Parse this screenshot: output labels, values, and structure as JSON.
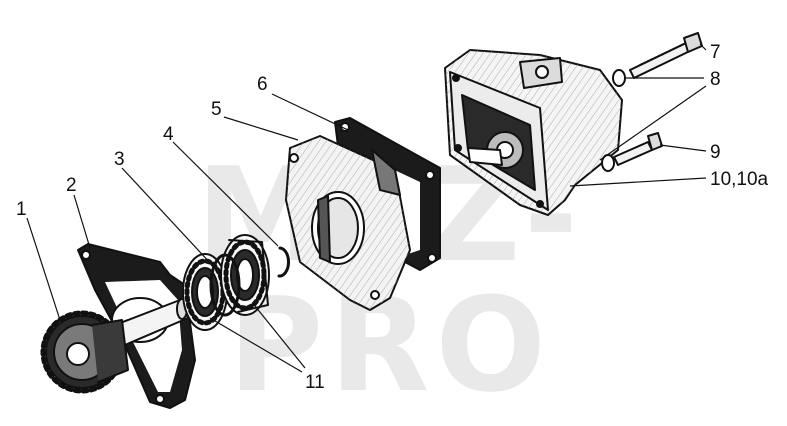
{
  "watermark": "MTZ-PRO",
  "callouts": {
    "c1": "1",
    "c2": "2",
    "c3": "3",
    "c4": "4",
    "c5": "5",
    "c6": "6",
    "c7": "7",
    "c8": "8",
    "c9": "9",
    "c10": "10,10a",
    "c11": "11"
  }
}
